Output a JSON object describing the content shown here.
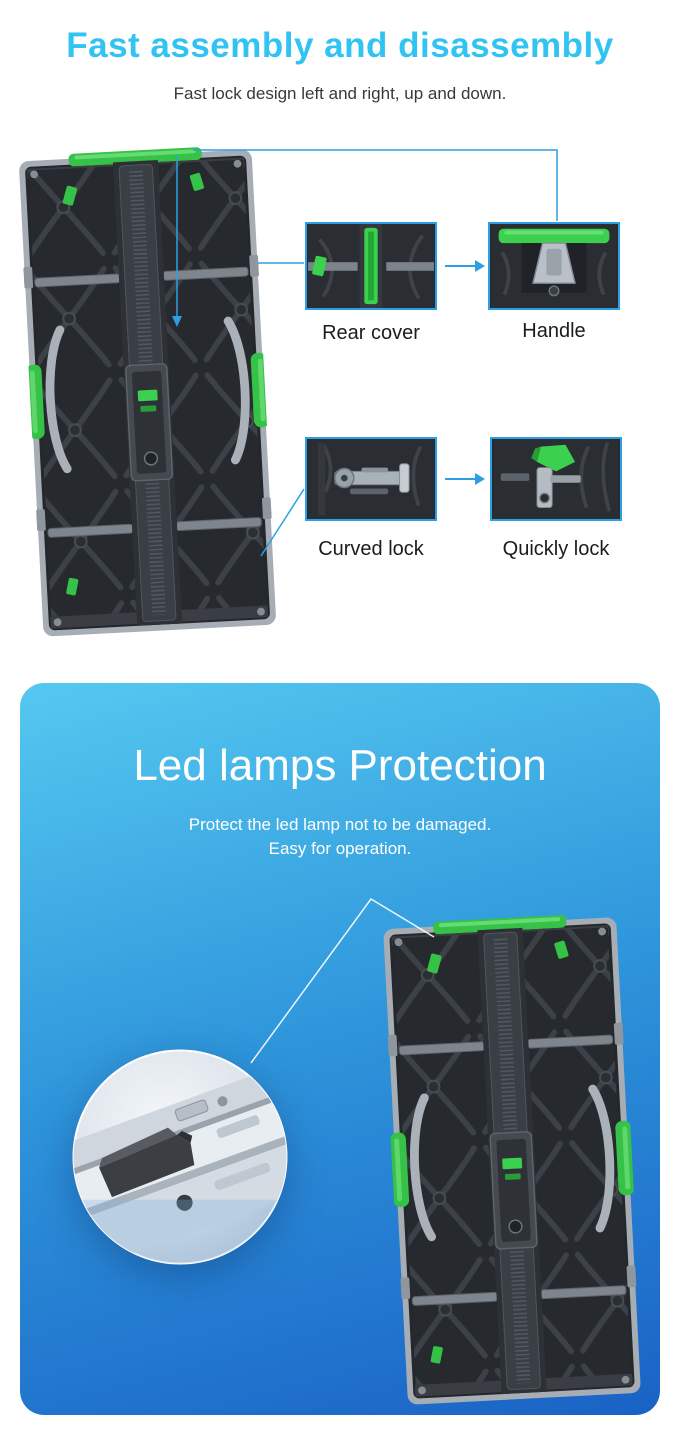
{
  "assembly_section": {
    "title": "Fast assembly and disassembly",
    "subtitle": "Fast lock design left and right, up and down.",
    "callouts": [
      {
        "label": "Rear cover"
      },
      {
        "label": "Handle"
      },
      {
        "label": "Curved lock"
      },
      {
        "label": "Quickly lock"
      }
    ]
  },
  "protection_section": {
    "title": "Led lamps Protection",
    "subtitle_line1": "Protect the led lamp not to be damaged.",
    "subtitle_line2": "Easy for operation."
  },
  "icons": {
    "arrow_right": "→"
  },
  "colors": {
    "title_cyan": "#31c4f3",
    "connector_blue": "#2d9fe4",
    "panel_green": "#35c247",
    "protection_gradient_top": "#55c8f0",
    "protection_gradient_bottom": "#1a62c6",
    "label_text": "#1c1c1c",
    "white_text": "#ffffff"
  }
}
